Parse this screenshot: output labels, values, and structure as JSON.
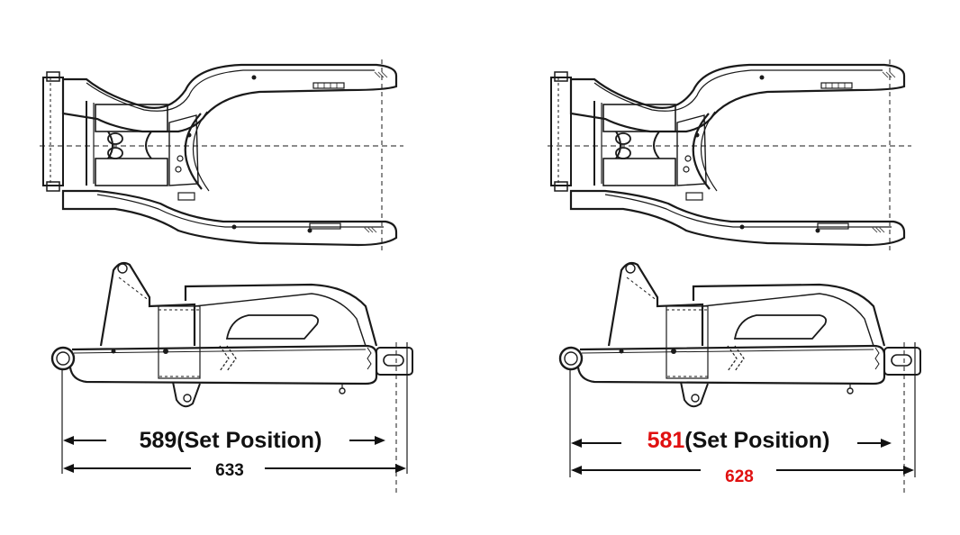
{
  "panels": [
    {
      "id": "left",
      "set_position": {
        "number": "589",
        "suffix": "(Set Position)",
        "number_color": "#111111"
      },
      "overall": {
        "value": "633",
        "color": "#111111"
      }
    },
    {
      "id": "right",
      "set_position": {
        "number": "581",
        "suffix": "(Set Position)",
        "number_color": "#e01010"
      },
      "overall": {
        "value": "628",
        "color": "#e01010"
      }
    }
  ],
  "colors": {
    "line": "#1a1a1a",
    "hatch": "#555555",
    "background": "#ffffff"
  }
}
